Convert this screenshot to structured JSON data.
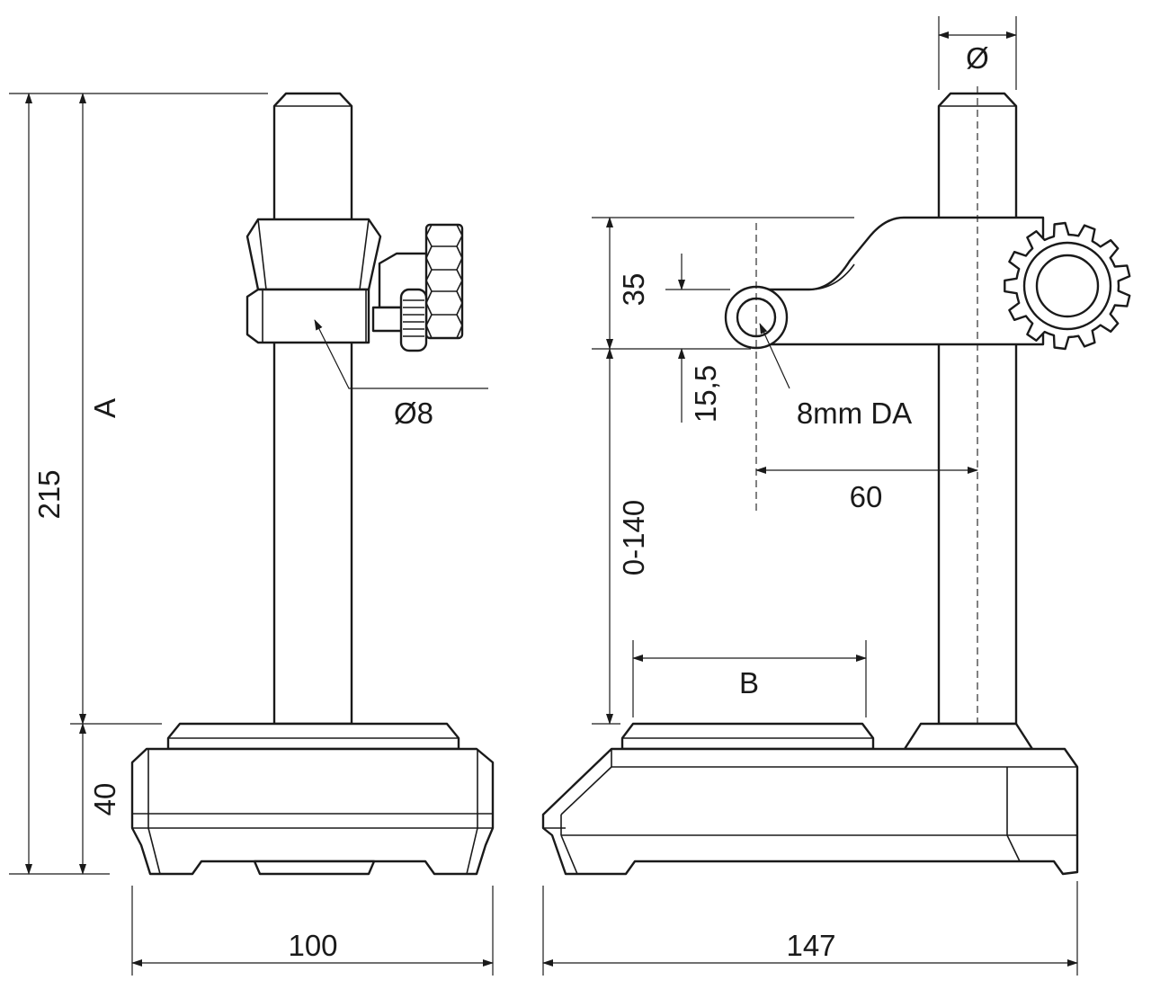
{
  "labels": {
    "height_total": "215",
    "height_column": "A",
    "height_base": "40",
    "width_front": "100",
    "clamp_bore": "Ø8",
    "column_diameter": "Ø",
    "arm_height": "35",
    "arm_offset": "15,5",
    "arm_reach": "60",
    "adjust_range": "0-140",
    "table_width": "B",
    "indicator_hole": "8mm DA",
    "width_side": "147"
  },
  "colors": {
    "line": "#1a1a1a",
    "background": "#ffffff"
  }
}
